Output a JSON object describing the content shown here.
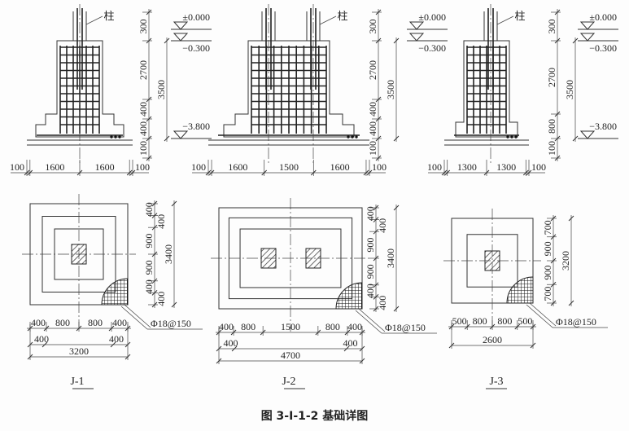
{
  "column_label": "柱",
  "caption": "图 3-Ⅰ-1-2  基础详图",
  "footings": [
    {
      "name": "J-1",
      "section_width_dims": [
        "100",
        "1600",
        "1600",
        "100"
      ],
      "section_height_dims": [
        "300",
        "2700",
        "400",
        "400",
        "100"
      ],
      "section_total_height": "3500",
      "elevations": [
        "±0.000",
        "−0.300",
        "−3.800"
      ],
      "plan_height_dims": [
        "400",
        "400",
        "900",
        "900",
        "400",
        "400"
      ],
      "plan_total_height": "3400",
      "plan_width_dims_top": [
        "400",
        "800",
        "800",
        "400"
      ],
      "plan_width_dims_bottom": [
        "400",
        "400"
      ],
      "plan_total_width": "3200",
      "rebar": "Φ18@150"
    },
    {
      "name": "J-2",
      "section_width_dims": [
        "100",
        "1600",
        "1500",
        "1600",
        "100"
      ],
      "section_height_dims": [
        "300",
        "2700",
        "400",
        "400",
        "100"
      ],
      "section_total_height": "3500",
      "elevations": [
        "±0.000",
        "−0.300"
      ],
      "plan_height_dims": [
        "400",
        "400",
        "900",
        "900",
        "400",
        "400"
      ],
      "plan_total_height": "3400",
      "plan_width_dims_top": [
        "400",
        "800",
        "1500",
        "800",
        "400"
      ],
      "plan_width_dims_bottom": [
        "400",
        "400"
      ],
      "plan_total_width": "4700",
      "rebar": "Φ18@150"
    },
    {
      "name": "J-3",
      "section_width_dims": [
        "100",
        "1300",
        "1300",
        "100"
      ],
      "section_height_dims": [
        "300",
        "2700",
        "800",
        "100"
      ],
      "section_total_height": "3500",
      "elevations": [
        "±0.000",
        "−0.300",
        "−3.800"
      ],
      "plan_height_dims": [
        "700",
        "900",
        "900",
        "700"
      ],
      "plan_total_height": "3200",
      "plan_width_dims_top": [
        "500",
        "800",
        "800",
        "500"
      ],
      "plan_width_dims_bottom": [],
      "plan_total_width": "2600",
      "rebar": "Φ18@150"
    }
  ]
}
